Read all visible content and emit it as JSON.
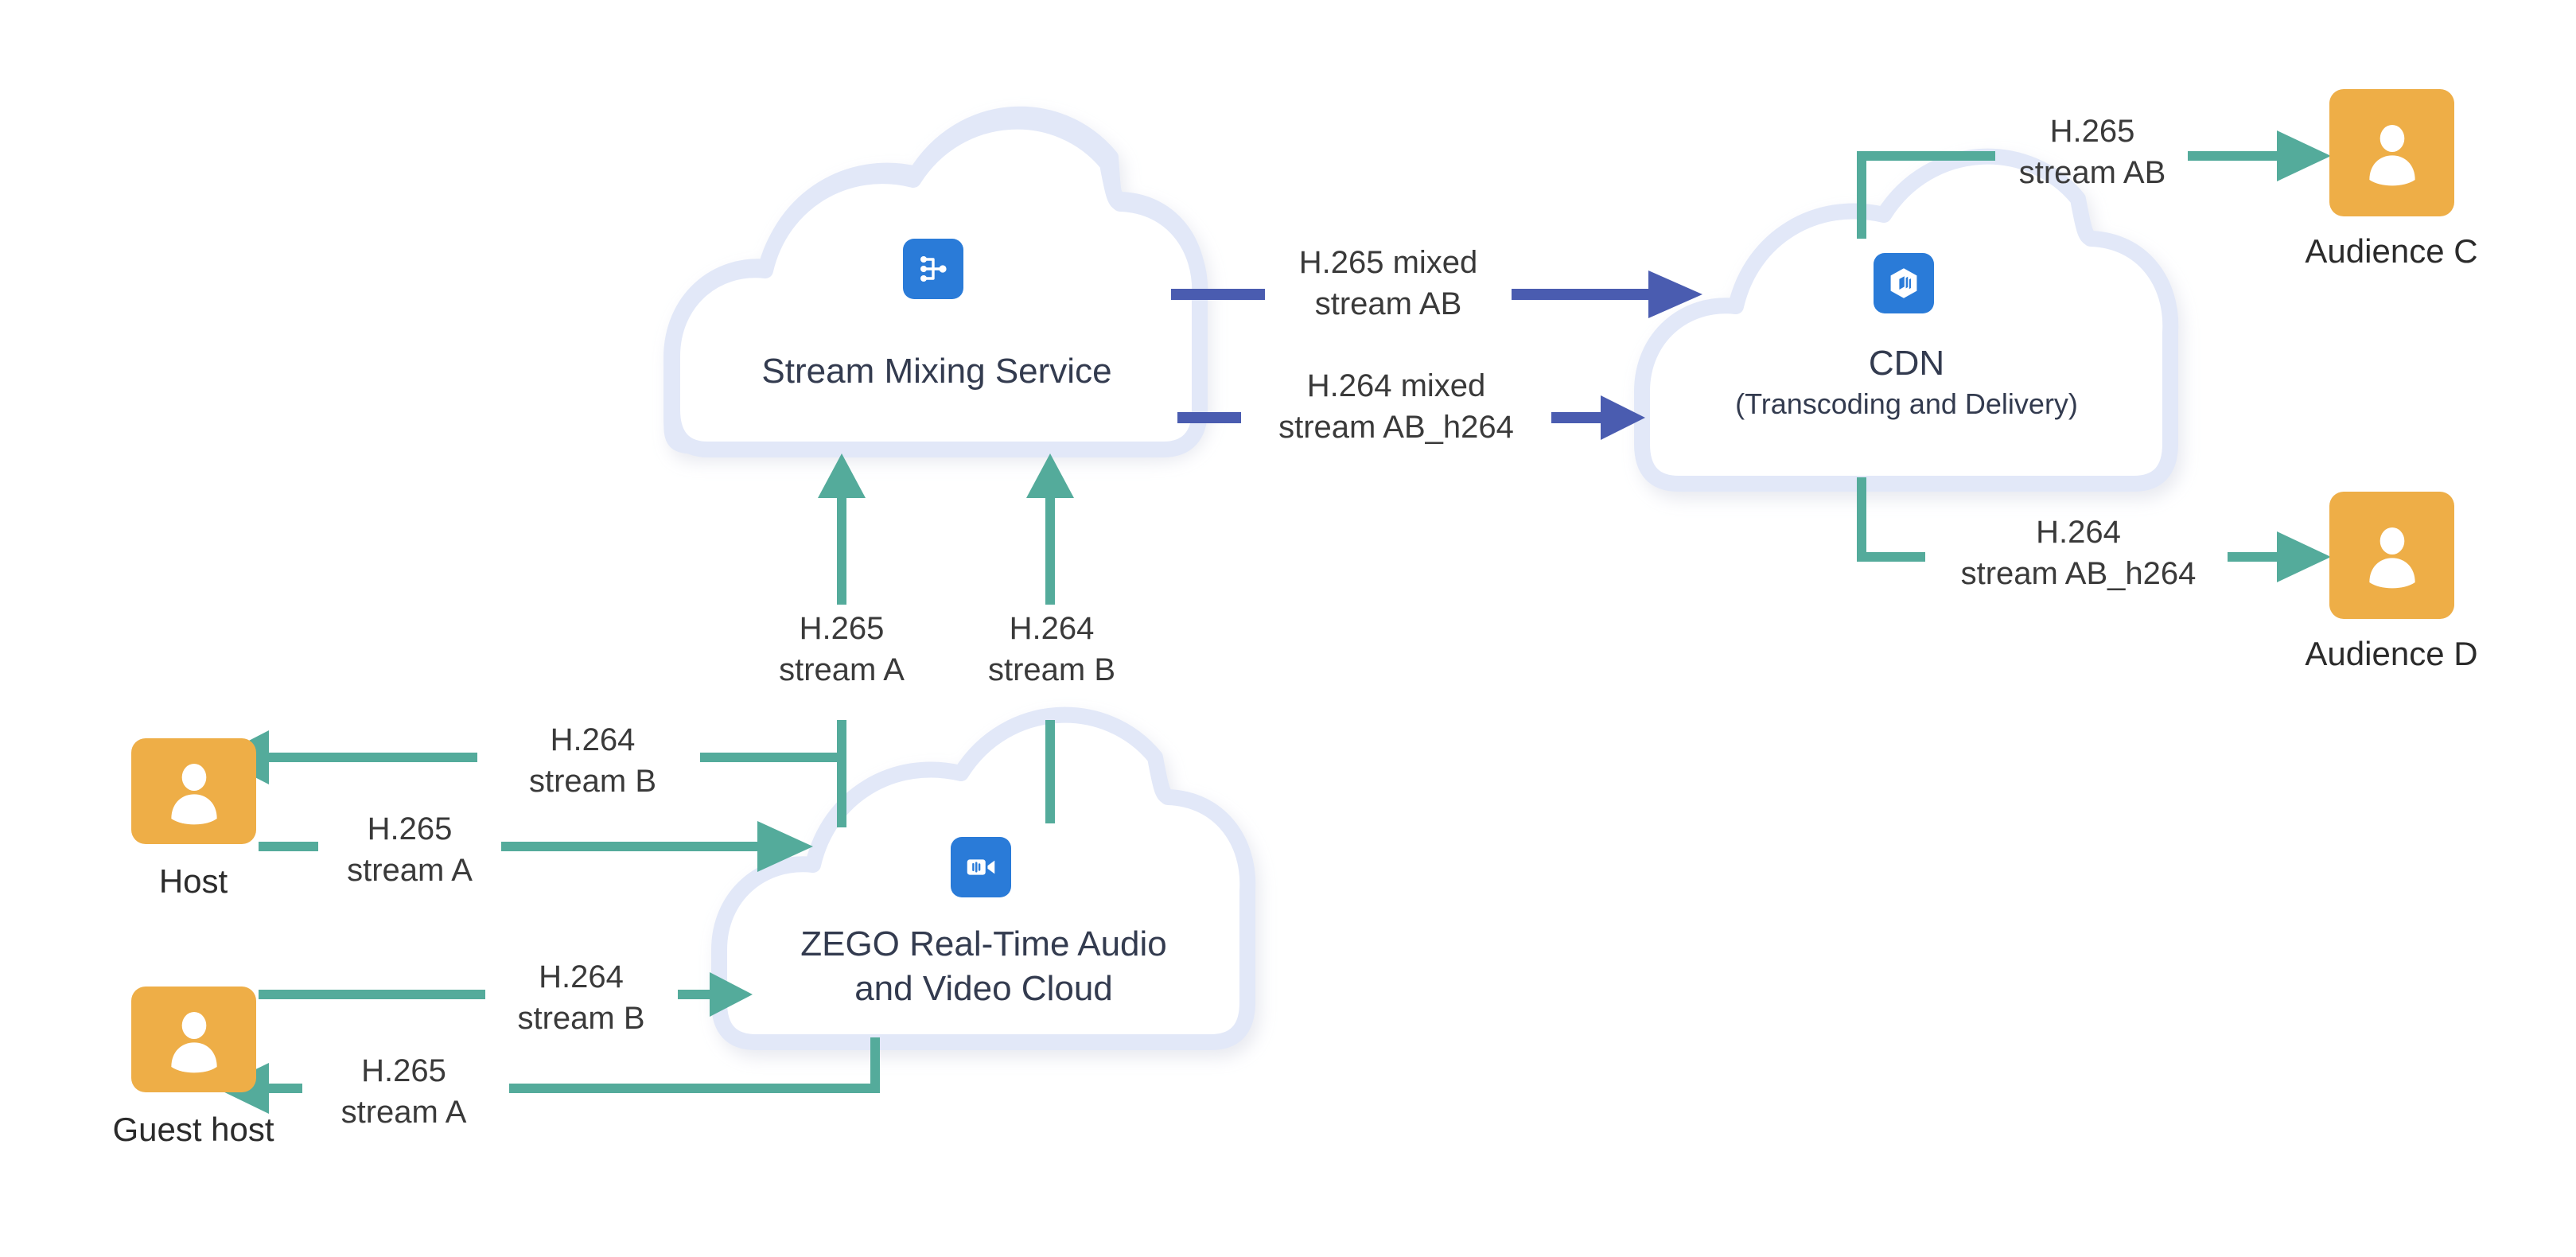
{
  "diagram": {
    "title": "Stream mixing with H.265 and H.264 transcoding flow",
    "colors": {
      "teal_arrow": "#54ab9b",
      "blue_arrow": "#4a5cb0",
      "person_orange": "#eeae47",
      "cloud_border": "#e2e8f8",
      "cloud_fill": "#ffffff",
      "icon_blue": "#2a7bd8",
      "node_text": "#333b4f",
      "edge_text": "#3a3a3a",
      "background": "#ffffff"
    },
    "nodes": [
      {
        "id": "stream-mixing-service",
        "type": "cloud",
        "title": "Stream Mixing Service",
        "subtitle": "",
        "icon": "stream-mixing-icon"
      },
      {
        "id": "cdn",
        "type": "cloud",
        "title": "CDN",
        "subtitle": "(Transcoding and Delivery)",
        "icon": "cdn-cube-icon"
      },
      {
        "id": "zego-cloud",
        "type": "cloud",
        "title": "ZEGO Real-Time Audio",
        "subtitle": "and Video Cloud",
        "icon": "video-camera-icon"
      },
      {
        "id": "host",
        "type": "person",
        "label": "Host",
        "icon": "person-icon"
      },
      {
        "id": "guest-host",
        "type": "person",
        "label": "Guest host",
        "icon": "person-icon"
      },
      {
        "id": "audience-c",
        "type": "person",
        "label": "Audience C",
        "icon": "person-icon"
      },
      {
        "id": "audience-d",
        "type": "person",
        "label": "Audience D",
        "icon": "person-icon"
      }
    ],
    "edges": [
      {
        "id": "mixing-to-cdn-h265",
        "from": "stream-mixing-service",
        "to": "cdn",
        "color": "blue",
        "line1": "H.265 mixed",
        "line2": "stream AB"
      },
      {
        "id": "mixing-to-cdn-h264",
        "from": "stream-mixing-service",
        "to": "cdn",
        "color": "blue",
        "line1": "H.264 mixed",
        "line2": "stream AB_h264"
      },
      {
        "id": "zego-to-mixing-h265-a",
        "from": "zego-cloud",
        "to": "stream-mixing-service",
        "color": "teal",
        "line1": "H.265",
        "line2": "stream A"
      },
      {
        "id": "zego-to-mixing-h264-b",
        "from": "zego-cloud",
        "to": "stream-mixing-service",
        "color": "teal",
        "line1": "H.264",
        "line2": "stream B"
      },
      {
        "id": "zego-to-host-h264-b",
        "from": "zego-cloud",
        "to": "host",
        "color": "teal",
        "line1": "H.264",
        "line2": "stream B"
      },
      {
        "id": "host-to-zego-h265-a",
        "from": "host",
        "to": "zego-cloud",
        "color": "teal",
        "line1": "H.265",
        "line2": "stream A"
      },
      {
        "id": "guest-to-zego-h264-b",
        "from": "guest-host",
        "to": "zego-cloud",
        "color": "teal",
        "line1": "H.264",
        "line2": "stream B"
      },
      {
        "id": "zego-to-guest-h265-a",
        "from": "zego-cloud",
        "to": "guest-host",
        "color": "teal",
        "line1": "H.265",
        "line2": "stream A"
      },
      {
        "id": "cdn-to-audience-c",
        "from": "cdn",
        "to": "audience-c",
        "color": "teal",
        "line1": "H.265",
        "line2": "stream AB"
      },
      {
        "id": "cdn-to-audience-d",
        "from": "cdn",
        "to": "audience-d",
        "color": "teal",
        "line1": "H.264",
        "line2": "stream AB_h264"
      }
    ]
  }
}
